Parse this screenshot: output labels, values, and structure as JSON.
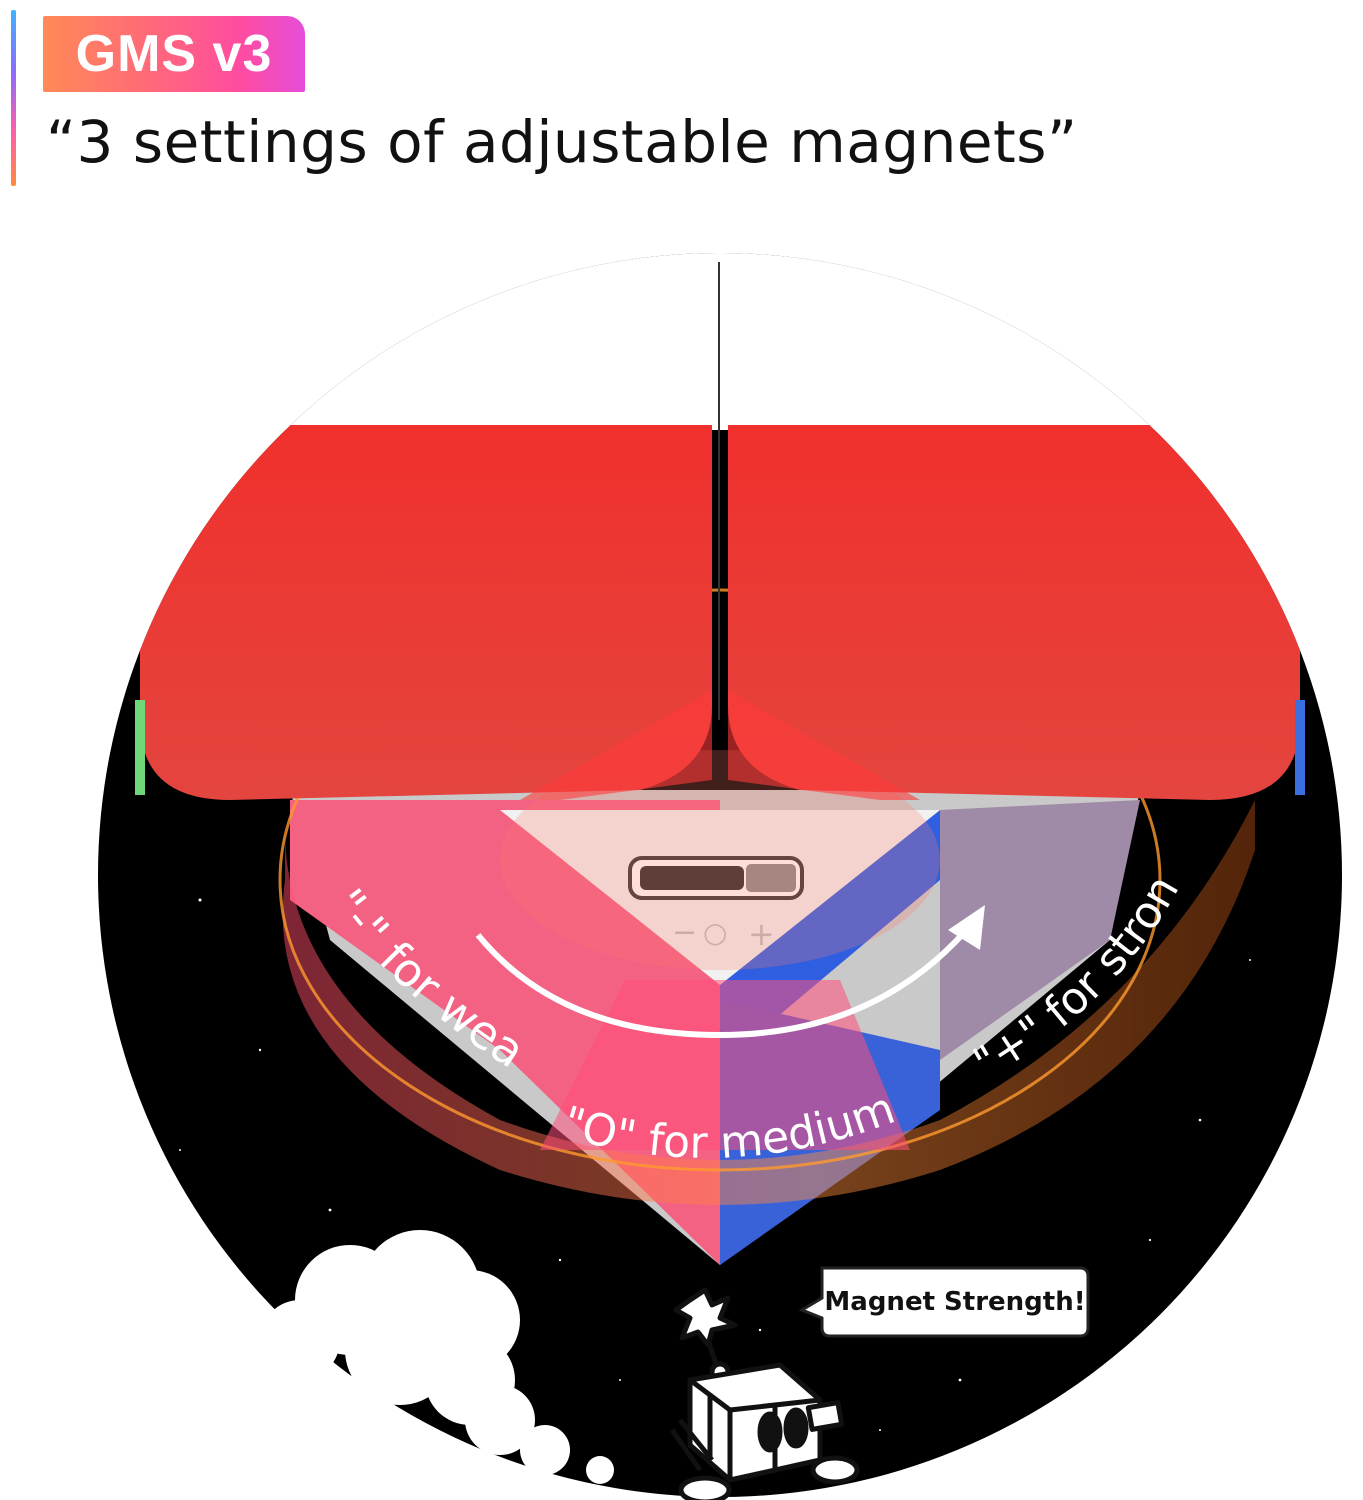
{
  "header": {
    "badge_label": "GMS v3",
    "headline": "“3 settings of adjustable magnets”"
  },
  "illustration": {
    "dial_labels": {
      "weak": "\"-\" for weak",
      "medium": "\"O\" for medium",
      "strong": "\"+\" for strong"
    },
    "slider_symbols": [
      "−",
      "○",
      "+"
    ],
    "speech_bubble": "Magnet Strength!"
  },
  "colors": {
    "red_face": "#e8443f",
    "blue_face": "#2f6fe6",
    "pink_overlay": "#ff5c8a",
    "orange_ring": "#ff9a2e",
    "background_space": "#000000"
  }
}
